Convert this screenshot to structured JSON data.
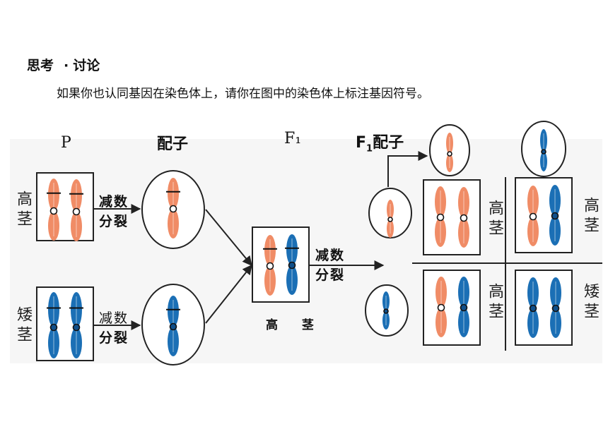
{
  "heading": {
    "title": "思考",
    "separator": "·",
    "subtitle": "讨论"
  },
  "prompt": "如果你也认同基因在染色体上，请你在图中的染色体上标注基因符号。",
  "labels": {
    "p": "P",
    "gamete": "配子",
    "f1": "F₁",
    "f1_gamete_prefix": "F",
    "f1_gamete_sub": "1",
    "f1_gamete_suffix": "配子",
    "meiosis_line1": "减数",
    "meiosis_line2": "分裂",
    "tall": "高茎",
    "dwarf": "矮茎",
    "f1_caption": "高 茎"
  },
  "colors": {
    "orange": "#f08c66",
    "orange_dark": "#e06e48",
    "blue": "#1b6fb5",
    "blue_dark": "#0f4f8a",
    "line": "#222222"
  },
  "chromosome_legend": {
    "orange": "tall parent chromosome",
    "blue": "dwarf parent chromosome"
  }
}
